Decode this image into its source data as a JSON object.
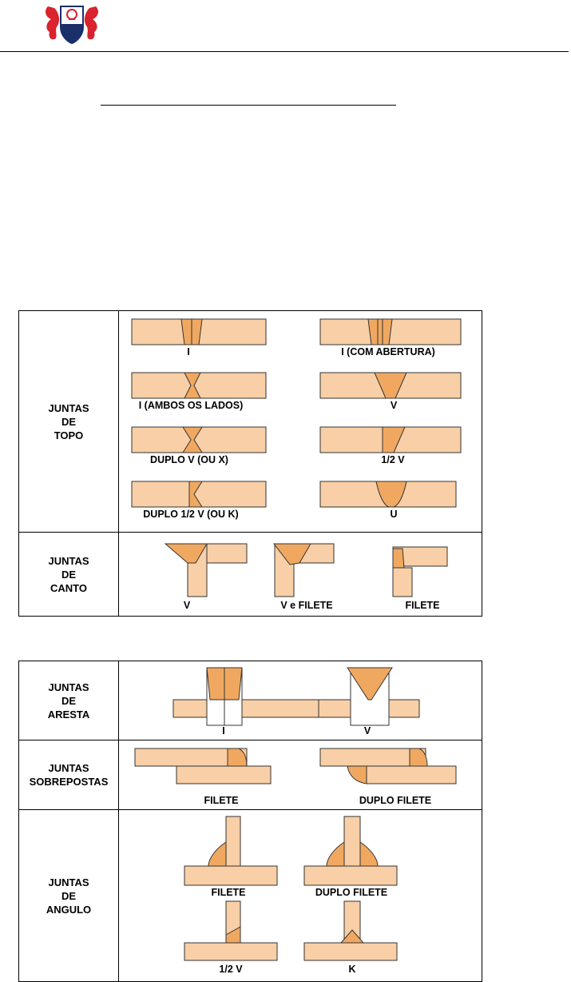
{
  "colors": {
    "plate": "#f8cfa6",
    "weld": "#f0a860",
    "outline": "#333333"
  },
  "logo": {
    "icon": "seahorse-shield-logo"
  },
  "table1": {
    "rows": [
      {
        "label": "JUNTAS\nDE\nTOPO",
        "captions": [
          "I",
          "I (COM ABERTURA)",
          "I (AMBOS OS LADOS)",
          "V",
          "DUPLO V (OU X)",
          "1/2 V",
          "DUPLO 1/2 V (OU K)",
          "U"
        ]
      },
      {
        "label": "JUNTAS\nDE\nCANTO",
        "captions": [
          "V",
          "V e FILETE",
          "FILETE"
        ]
      }
    ]
  },
  "table2": {
    "rows": [
      {
        "label": "JUNTAS\nDE\nARESTA",
        "captions": [
          "I",
          "V"
        ]
      },
      {
        "label": "JUNTAS\nSOBREPOSTAS",
        "captions": [
          "FILETE",
          "DUPLO FILETE"
        ]
      },
      {
        "label": "JUNTAS\nDE\nANGULO",
        "captions": [
          "FILETE",
          "DUPLO FILETE",
          "1/2 V",
          "K"
        ]
      }
    ]
  }
}
